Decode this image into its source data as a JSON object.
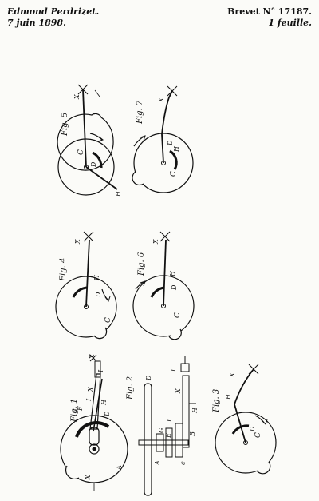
{
  "header": {
    "inventor": "Edmond Perdrizet.",
    "date": "7 juin 1898.",
    "patent": "Brevet N° 17187.",
    "sheets": "1 feuille."
  },
  "figures": {
    "fig1": "Fig. 1",
    "fig2": "Fig. 2",
    "fig3": "Fig. 3",
    "fig4": "Fig. 4",
    "fig5": "Fig. 5",
    "fig6": "Fig. 6",
    "fig7": "Fig. 7"
  },
  "labels": {
    "X": "X",
    "H": "H",
    "D": "D",
    "C": "C",
    "c": "c",
    "I": "I",
    "E": "E",
    "F": "F",
    "A": "A",
    "G": "G",
    "B": "B"
  }
}
